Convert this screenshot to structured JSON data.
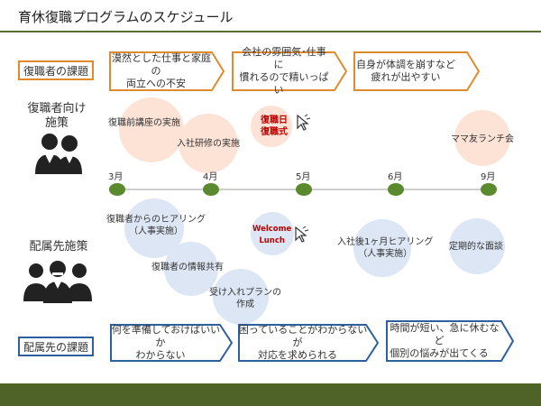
{
  "title": "育休復職プログラムのスケジュール",
  "returnee_issues": {
    "label": "復職者の課題",
    "items": [
      {
        "line1": "漠然とした仕事と家庭の",
        "line2": "両立への不安"
      },
      {
        "line1": "会社の雰囲気･仕事に",
        "line2": "慣れるので精いっぱい"
      },
      {
        "line1": "自身が体調を崩すなど",
        "line2": "疲れが出やすい"
      }
    ]
  },
  "returnee_measures": {
    "line1": "復職者向け",
    "line2": "施策"
  },
  "returnee_events": {
    "ev1": "復職前講座の実施",
    "ev2": "入社研修の実施",
    "ev3a": "復職日",
    "ev3b": "復職式",
    "ev4": "ママ友ランチ会"
  },
  "timeline": {
    "months": [
      "3月",
      "4月",
      "5月",
      "6月",
      "9月"
    ]
  },
  "dept_measures": {
    "label": "配属先施策"
  },
  "dept_events": {
    "ev1a": "復職者からのヒアリング",
    "ev1b": "（人事実施）",
    "ev2a": "Welcome",
    "ev2b": "Lunch",
    "ev3": "復職者の情報共有",
    "ev4a": "受け入れプランの",
    "ev4b": "作成",
    "ev5a": "入社後1ヶ月ヒアリング",
    "ev5b": "（人事実施）",
    "ev6": "定期的な面談"
  },
  "dept_issues": {
    "label": "配属先の課題",
    "items": [
      {
        "line1": "何を準備しておけばいいか",
        "line2": "わからない"
      },
      {
        "line1": "困っていることがわからないが",
        "line2": "対応を求められる"
      },
      {
        "line1": "時間が短い、急に休むなど",
        "line2": "個別の悩みが出てくる"
      }
    ]
  },
  "colors": {
    "orange": "#e08a2c",
    "blue": "#2e5f9e",
    "pink_bubble": "#fde3d6",
    "blue_bubble": "#dce6f4",
    "timeline_dot": "#5b8a2e",
    "highlight_red": "#c00000"
  },
  "icons": [
    "cursor-click-icon",
    "people-icon"
  ]
}
